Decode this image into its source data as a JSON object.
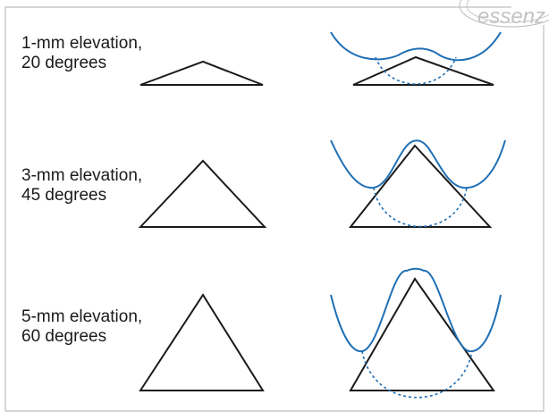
{
  "watermark": {
    "text": "essenz"
  },
  "colors": {
    "outline": "#1a1a1a",
    "curve": "#1f6fb5",
    "border": "#bdbdbd",
    "stamp": "#c4c4c4"
  },
  "rows": [
    {
      "line1": "1-mm elevation,",
      "line2": "20 degrees",
      "elevation_mm": 1,
      "angle_deg": 20
    },
    {
      "line1": "3-mm elevation,",
      "line2": "45 degrees",
      "elevation_mm": 3,
      "angle_deg": 45
    },
    {
      "line1": "5-mm elevation,",
      "line2": "60 degrees",
      "elevation_mm": 5,
      "angle_deg": 60
    }
  ]
}
